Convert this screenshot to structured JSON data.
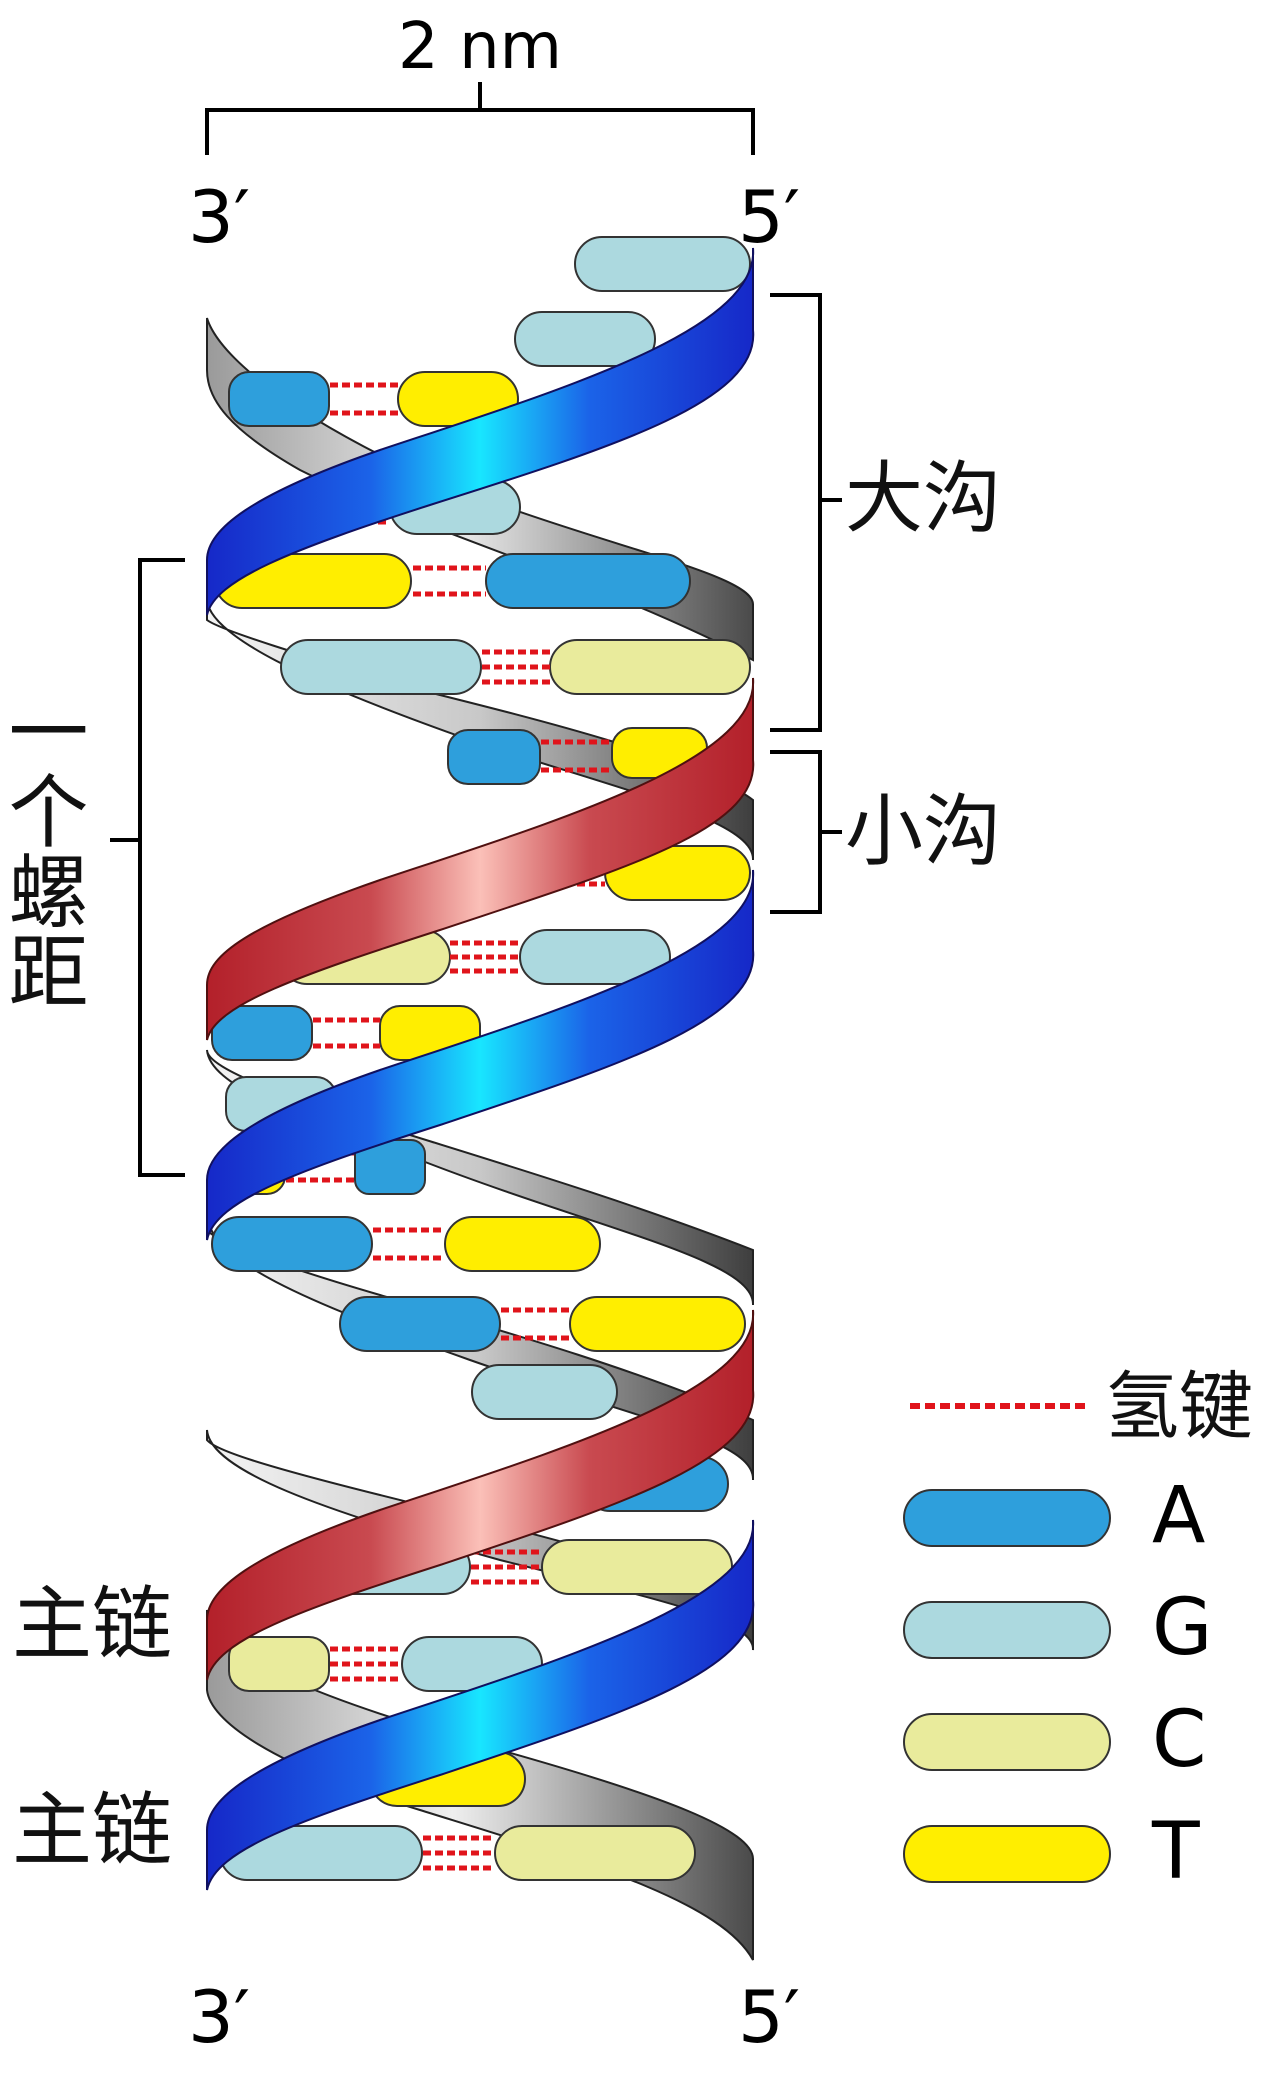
{
  "width_label": "2 nm",
  "strand_ends": {
    "top_left": "3′",
    "top_right": "5′",
    "bottom_left": "3′",
    "bottom_right": "5′"
  },
  "annotations": {
    "major_groove": "大沟",
    "minor_groove": "小沟",
    "pitch": "一个螺距",
    "backbone_1": "主链",
    "backbone_2": "主链"
  },
  "legend": {
    "hydrogen_bond": "氢键",
    "items": [
      {
        "base": "A",
        "color": "#2e9fdc"
      },
      {
        "base": "G",
        "color": "#acd9df"
      },
      {
        "base": "C",
        "color": "#e9eb9c"
      },
      {
        "base": "T",
        "color": "#ffee00"
      }
    ]
  },
  "colors": {
    "strand_blue": "#1a4fd6",
    "strand_blue_highlight": "#00ffff",
    "strand_red": "#c0272d",
    "strand_red_highlight": "#fbb7b0",
    "back_strand_gray": "#8a8a8a",
    "hydrogen_bond": "#e0141b"
  }
}
